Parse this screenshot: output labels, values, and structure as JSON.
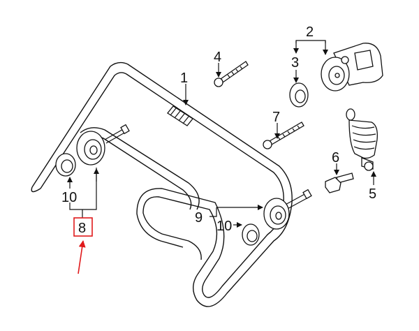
{
  "diagram": {
    "callouts": {
      "c1": "1",
      "c2": "2",
      "c3": "3",
      "c4": "4",
      "c5": "5",
      "c6": "6",
      "c7": "7",
      "c8": "8",
      "c9": "9",
      "c10_left": "10",
      "c10_right": "10"
    },
    "highlight_color": "#e0191b",
    "line_color": "#111111"
  }
}
